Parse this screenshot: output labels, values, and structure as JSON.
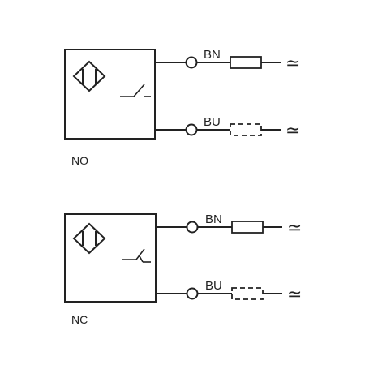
{
  "colors": {
    "stroke": "#222222",
    "background": "#ffffff"
  },
  "icons": [
    "inductive-sensor-symbol",
    "normally-open-contact",
    "normally-closed-contact",
    "load-resistor",
    "ac-supply-symbol"
  ],
  "circuits": [
    {
      "name": "NO",
      "contact": "normally-open",
      "wires": [
        {
          "label": "BN",
          "load": "solid",
          "supply": "≃"
        },
        {
          "label": "BU",
          "load": "dashed",
          "supply": "≃"
        }
      ]
    },
    {
      "name": "NC",
      "contact": "normally-closed",
      "wires": [
        {
          "label": "BN",
          "load": "solid",
          "supply": "≃"
        },
        {
          "label": "BU",
          "load": "dashed",
          "supply": "≃"
        }
      ]
    }
  ]
}
